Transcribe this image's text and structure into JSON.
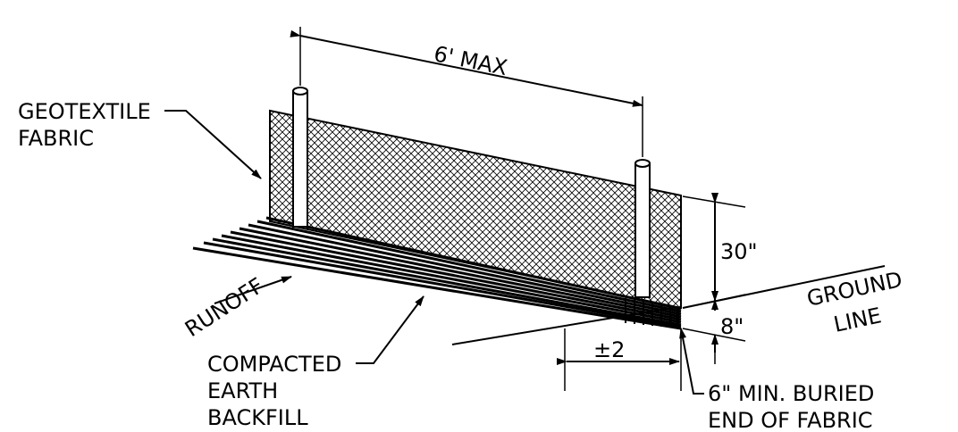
{
  "diagram": {
    "labels": {
      "spacing": "6' MAX",
      "geotextile_line1": "GEOTEXTILE",
      "geotextile_line2": "FABRIC",
      "height": "30\"",
      "ground_line1": "GROUND",
      "ground_line2": "LINE",
      "depth": "8\"",
      "runoff": "RUNOFF",
      "compacted_line1": "COMPACTED",
      "compacted_line2": "EARTH",
      "compacted_line3": "BACKFILL",
      "trench_width": "±2",
      "buried_line1": "6\" MIN. BURIED",
      "buried_line2": "END OF FABRIC"
    }
  }
}
